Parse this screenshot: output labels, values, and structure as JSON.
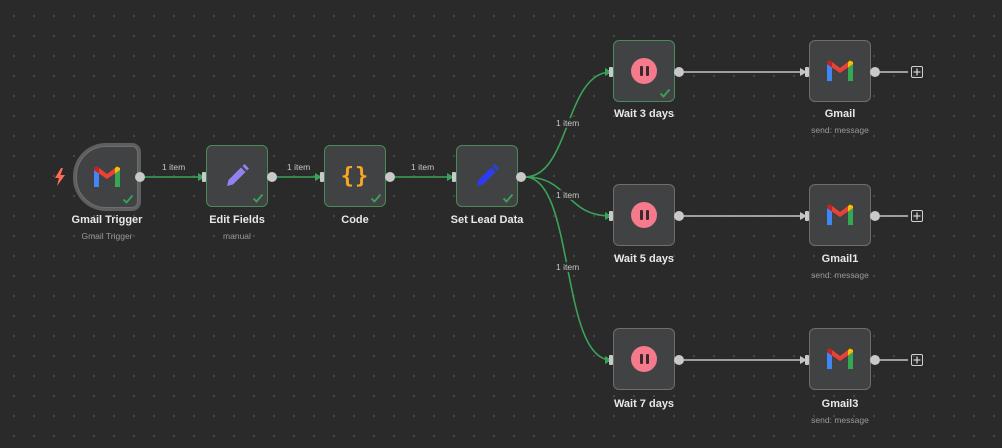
{
  "colors": {
    "edge_success": "#3aa35a",
    "edge_default": "#c4c4c4",
    "wait_icon": "#f47a8c",
    "code_icon": "#f6a623",
    "edit_icon": "#8f83f0",
    "setlead_icon": "#2d3cf0",
    "bolt": "#ff6a55"
  },
  "nodes": {
    "gmail_trigger": {
      "label": "Gmail Trigger",
      "sublabel": "Gmail Trigger",
      "icon": "gmail-icon"
    },
    "edit_fields": {
      "label": "Edit Fields",
      "sublabel": "manual",
      "icon": "pencil-icon"
    },
    "code": {
      "label": "Code",
      "icon": "code-braces-icon",
      "glyph": "{}"
    },
    "set_lead_data": {
      "label": "Set Lead Data",
      "icon": "pencil-icon"
    },
    "wait_3": {
      "label": "Wait 3 days",
      "icon": "pause-icon"
    },
    "wait_5": {
      "label": "Wait 5 days",
      "icon": "pause-icon"
    },
    "wait_7": {
      "label": "Wait 7 days",
      "icon": "pause-icon"
    },
    "gmail": {
      "label": "Gmail",
      "sublabel": "send: message",
      "icon": "gmail-icon"
    },
    "gmail1": {
      "label": "Gmail1",
      "sublabel": "send: message",
      "icon": "gmail-icon"
    },
    "gmail3": {
      "label": "Gmail3",
      "sublabel": "send: message",
      "icon": "gmail-icon"
    }
  },
  "edges": {
    "trigger_to_edit": "1 item",
    "edit_to_code": "1 item",
    "code_to_setlead": "1 item",
    "setlead_to_wait3": "1 item",
    "setlead_to_wait5": "1 item",
    "setlead_to_wait7": "1 item"
  }
}
